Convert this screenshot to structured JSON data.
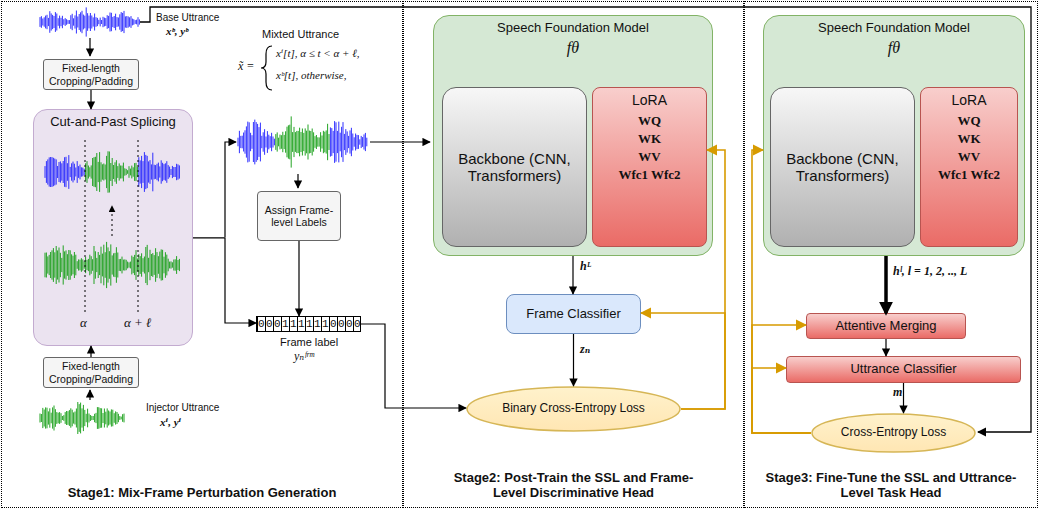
{
  "diagram": {
    "nodes": [
      {
        "text": [
          "Stage1: Mix-Frame Perturbation Generation"
        ]
      },
      {
        "text": [
          "Fixed-length Cropping/Padding"
        ],
        "in": 0
      },
      {
        "text": [
          "Cut-and-Past Splicing"
        ],
        "in": 0
      },
      {
        "text": [
          "Fixed-length Cropping/Padding"
        ],
        "in": 0
      },
      {
        "text": [
          "Assign Frame-level Labels"
        ],
        "in": 0
      },
      {
        "text": [
          "0001111110000"
        ],
        "in": 0
      },
      {
        "text": [
          "Stage2: Post-Train the SSL and Frame-Level Discriminative Head"
        ]
      },
      {
        "text": [
          "Speech Foundation Model",
          "fθ"
        ],
        "in": 6
      },
      {
        "text": [
          "Backbone (CNN, Transformers)"
        ],
        "in": 7
      },
      {
        "text": [
          "LoRA",
          "WQ",
          "WK",
          "WV",
          "Wfc1 Wfc2"
        ],
        "in": 7
      },
      {
        "text": [
          "Frame Classifier"
        ],
        "in": 6
      },
      {
        "text": [
          "Binary Cross-Entropy Loss"
        ],
        "in": 6
      },
      {
        "text": [
          "Stage3: Fine-Tune the SSL and Uttrance-Level Task Head"
        ]
      },
      {
        "text": [
          "Speech Foundation Model",
          "fθ"
        ],
        "in": 12
      },
      {
        "text": [
          "Backbone (CNN, Transformers)"
        ],
        "in": 13
      },
      {
        "text": [
          "LoRA",
          "WQ",
          "WK",
          "WV",
          "Wfc1 Wfc2"
        ],
        "in": 13
      },
      {
        "text": [
          "Attentive Merging"
        ],
        "in": 12
      },
      {
        "text": [
          "Uttrance Classifier"
        ],
        "in": 12
      },
      {
        "text": [
          "Cross-Entropy Loss"
        ],
        "in": 12
      }
    ],
    "edges": [
      {
        "from": 1,
        "to": 2,
        "arrow": "to"
      },
      {
        "from": 3,
        "to": 2,
        "arrow": "to"
      },
      {
        "from": 2,
        "to": 5,
        "arrow": "to"
      },
      {
        "from": 4,
        "to": 5,
        "arrow": "to"
      },
      {
        "from": 5,
        "to": 11,
        "arrow": "to"
      },
      {
        "from": 7,
        "to": 10,
        "arrow": "to"
      },
      {
        "from": 10,
        "to": 11,
        "arrow": "to"
      },
      {
        "from": 11,
        "to": 10,
        "arrow": "to"
      },
      {
        "from": 11,
        "to": 9,
        "arrow": "to"
      },
      {
        "from": 13,
        "to": 16,
        "arrow": "to"
      },
      {
        "from": 16,
        "to": 17,
        "arrow": "to"
      },
      {
        "from": 17,
        "to": 18,
        "arrow": "to"
      },
      {
        "from": 18,
        "to": 16,
        "arrow": "to"
      },
      {
        "from": 18,
        "to": 17,
        "arrow": "to"
      },
      {
        "from": 18,
        "to": 13,
        "arrow": "to"
      }
    ],
    "labels": [
      "Base Uttrance",
      "xᵇ, yᵇ",
      "Mixted Uttrance",
      "x̃ =",
      "xⁱ[t], α ≤ t < α + ℓ,",
      "xᵇ[t], otherwise,",
      "α",
      "α + ℓ",
      "Frame label",
      "yₙᶠʳᵐ",
      "Injector Uttrance",
      "xⁱ, yⁱ",
      "hᴸ",
      "zₙ",
      "hˡ, l = 1, 2, .., L",
      "m"
    ]
  }
}
